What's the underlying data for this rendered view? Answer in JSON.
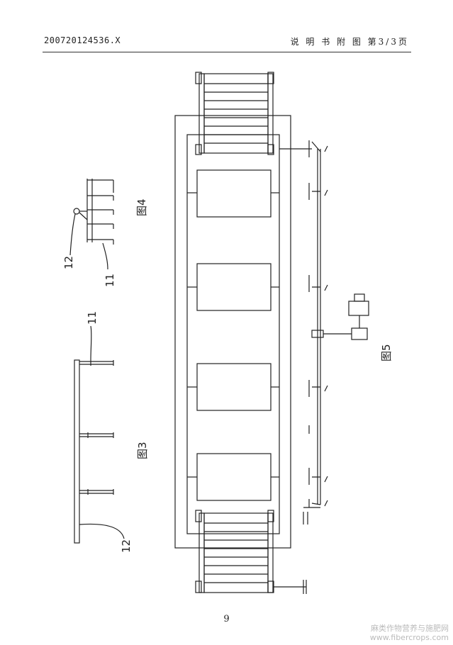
{
  "header": {
    "application_number": "200720124536.X",
    "section_title": "说 明 书 附 图",
    "page_indicator": "第3/3页"
  },
  "figures": {
    "fig3_label": "图3",
    "fig4_label": "图4",
    "fig5_label": "图5",
    "fig3_ref_11": "11",
    "fig3_ref_12": "12",
    "fig4_ref_11": "11",
    "fig4_ref_12": "12"
  },
  "footer": {
    "page_number": "9"
  },
  "watermark": {
    "line1": "麻类作物营养与施肥网",
    "line2": "www.fibercrops.com"
  },
  "colors": {
    "line": "#222222",
    "watermark": "#bbbbbb"
  }
}
